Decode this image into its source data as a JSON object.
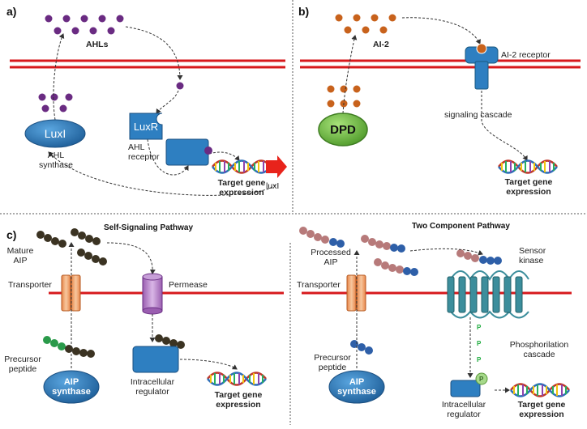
{
  "panels": {
    "a": "a)",
    "b": "b)",
    "c": "c)"
  },
  "panel_a": {
    "ahls": "AHLs",
    "luxi": "LuxI",
    "ahl_synthase_1": "AHL",
    "ahl_synthase_2": "synthase",
    "luxr": "LuxR",
    "ahl_receptor_1": "AHL",
    "ahl_receptor_2": "receptor",
    "target_1": "Target gene",
    "target_2": "expression",
    "luxi_gene": "luxI"
  },
  "panel_b": {
    "ai2": "AI-2",
    "receptor": "AI-2 receptor",
    "dpd": "DPD",
    "cascade": "signaling cascade",
    "target_1": "Target gene",
    "target_2": "expression"
  },
  "panel_c_left": {
    "title": "Self-Signaling Pathway",
    "mature_1": "Mature",
    "mature_2": "AIP",
    "transporter": "Transporter",
    "permease": "Permease",
    "precursor_1": "Precursor",
    "precursor_2": "peptide",
    "aip_1": "AIP",
    "aip_2": "synthase",
    "regulator_1": "Intracellular",
    "regulator_2": "regulator",
    "target_1": "Target gene",
    "target_2": "expression"
  },
  "panel_c_right": {
    "title": "Two Component Pathway",
    "processed_1": "Processed",
    "processed_2": "AIP",
    "transporter": "Transporter",
    "sensor_1": "Sensor",
    "sensor_2": "kinase",
    "precursor_1": "Precursor",
    "precursor_2": "peptide",
    "aip_1": "AIP",
    "aip_2": "synthase",
    "phospho_1": "Phosphorilation",
    "phospho_2": "cascade",
    "p": "P",
    "regulator_1": "Intracellular",
    "regulator_2": "regulator",
    "target_1": "Target gene",
    "target_2": "expression"
  },
  "colors": {
    "membrane": "#d7191c",
    "ahl": "#6a2b82",
    "ai2": "#c8621c",
    "blue_shape": "#2e7fc1",
    "dpd": "#7ac943",
    "teal": "#3c8e9c",
    "orange_channel": "#f0a26a",
    "purple_channel": "#b07ac0",
    "dark_bead": "#3b3322",
    "green_bead": "#2a9a4a",
    "pink_bead": "#b77a7a",
    "blue_bead": "#2e5fa8"
  }
}
